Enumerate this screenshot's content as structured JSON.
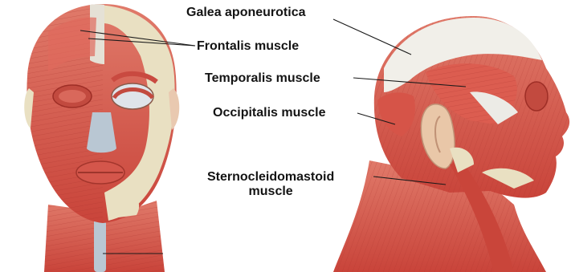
{
  "labels": {
    "galea": "Galea aponeurotica",
    "frontalis": "Frontalis muscle",
    "temporalis": "Temporalis muscle",
    "occipitalis": "Occipitalis muscle",
    "scm_line1": "Sternocleidomastoid",
    "scm_line2": "muscle"
  },
  "colors": {
    "muscle": "#d9564a",
    "muscle_dark": "#b8372f",
    "muscle_light": "#e88a7a",
    "bone": "#e9e0c2",
    "aponeurosis": "#f1efe9",
    "cartilage": "#b9c7d3",
    "skin_edge": "#c99a86"
  }
}
